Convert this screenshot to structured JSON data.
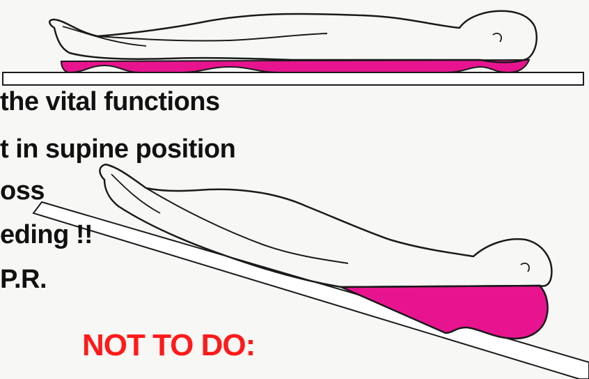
{
  "colors": {
    "blood": "#e8148f",
    "outline": "#1a1a1a",
    "text": "#111111",
    "heading": "#ff1a1a"
  },
  "bullets": [
    "the vital functions",
    "t in supine position",
    "oss",
    "eding !!",
    "P.R."
  ],
  "heading": "NOT TO DO:"
}
